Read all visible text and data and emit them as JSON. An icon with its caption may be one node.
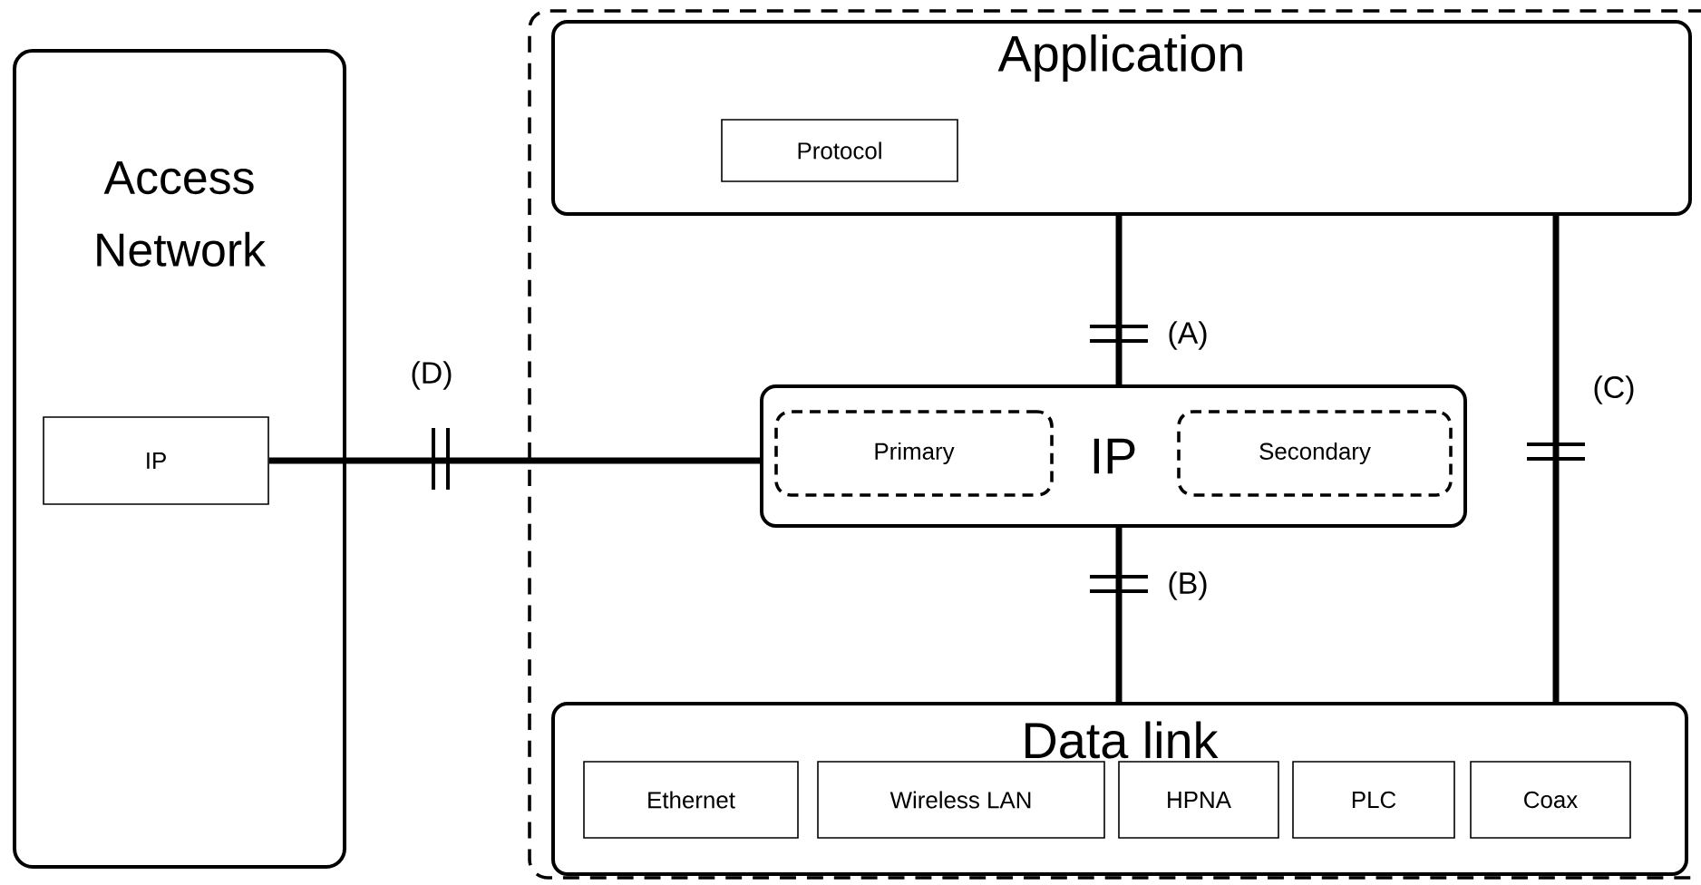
{
  "diagram": {
    "nodes": [
      {
        "text": [
          "Access Network"
        ]
      },
      {
        "text": [
          "IP"
        ],
        "in": 0
      },
      {
        "text": [],
        "shape": "box"
      },
      {
        "text": [
          "Application"
        ],
        "in": 2
      },
      {
        "text": [
          "Protocol"
        ],
        "in": 3
      },
      {
        "text": [
          "IP"
        ],
        "in": 2
      },
      {
        "text": [
          "Primary"
        ],
        "in": 5
      },
      {
        "text": [
          "Secondary"
        ],
        "in": 5
      },
      {
        "text": [
          "Data link"
        ],
        "in": 2
      },
      {
        "text": [
          "Ethernet"
        ],
        "in": 8
      },
      {
        "text": [
          "Wireless LAN"
        ],
        "in": 8
      },
      {
        "text": [
          "HPNA"
        ],
        "in": 8
      },
      {
        "text": [
          "PLC"
        ],
        "in": 8
      },
      {
        "text": [
          "Coax"
        ],
        "in": 8
      }
    ],
    "edges": [
      {
        "from": 1,
        "to": 5,
        "arrow": "none",
        "label": "(D)"
      },
      {
        "from": 3,
        "to": 5,
        "arrow": "none",
        "label": "(A)"
      },
      {
        "from": 5,
        "to": 8,
        "arrow": "none",
        "label": "(B)"
      },
      {
        "from": 3,
        "to": 8,
        "arrow": "none",
        "label": "(C)"
      }
    ]
  }
}
